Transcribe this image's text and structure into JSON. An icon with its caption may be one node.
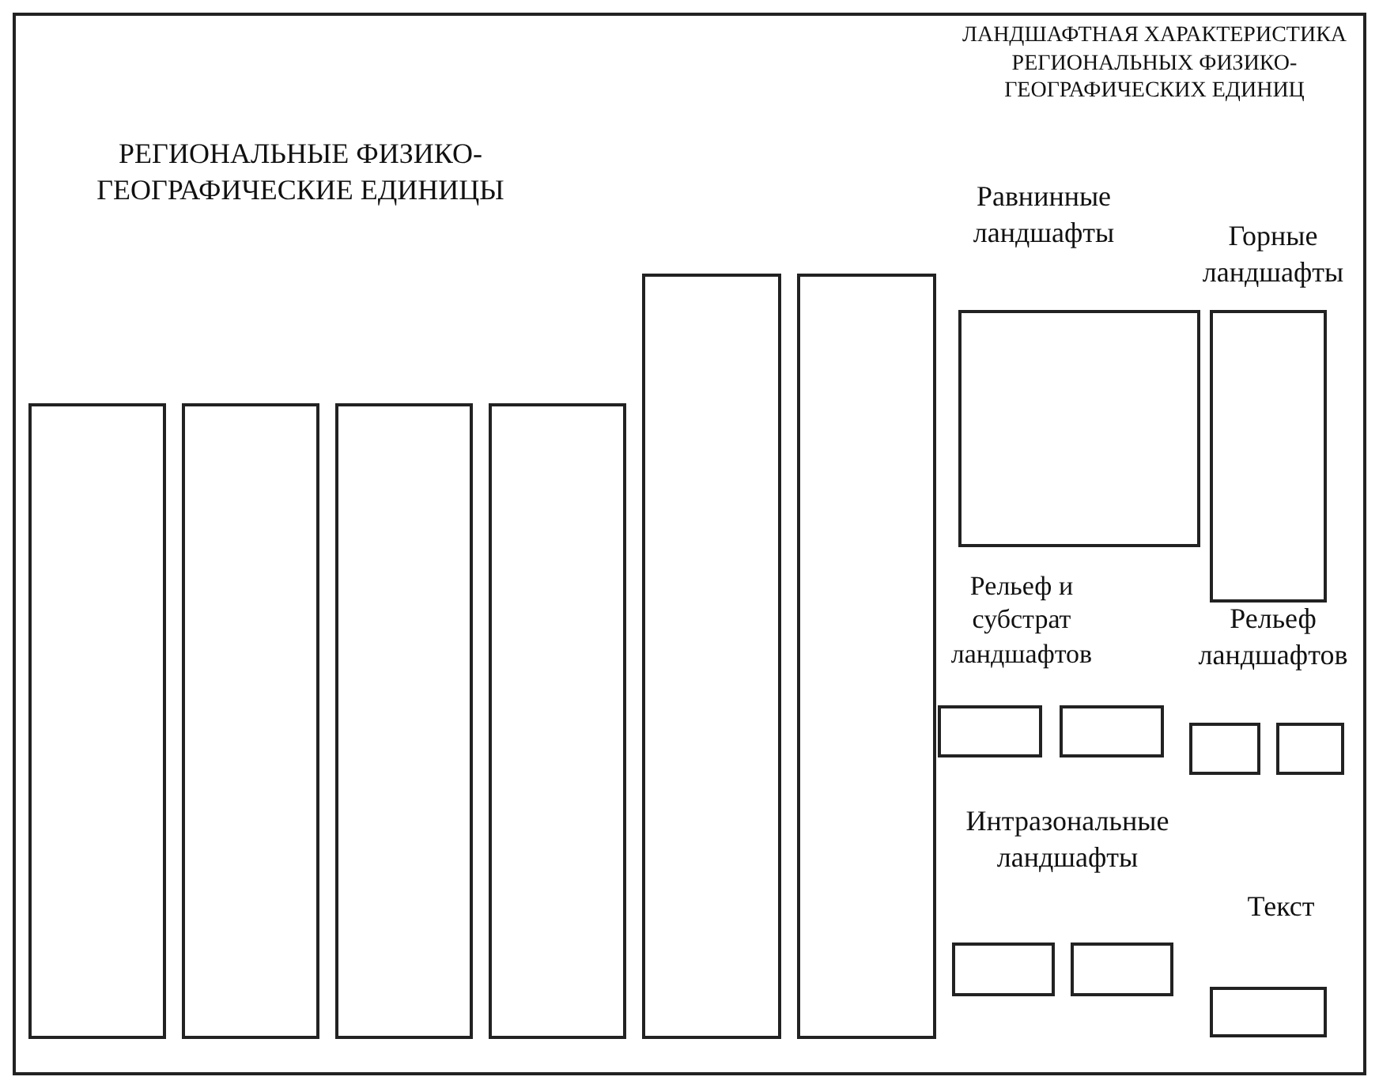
{
  "diagram": {
    "nodes": [
      {
        "text": [],
        "shape": "box"
      },
      {
        "text": [],
        "shape": "box"
      },
      {
        "text": [],
        "shape": "box"
      },
      {
        "text": [],
        "shape": "box"
      },
      {
        "text": [],
        "shape": "box"
      },
      {
        "text": [],
        "shape": "box"
      },
      {
        "text": [],
        "shape": "box"
      },
      {
        "text": [],
        "shape": "box"
      },
      {
        "text": [],
        "shape": "box"
      },
      {
        "text": [],
        "shape": "box"
      },
      {
        "text": [],
        "shape": "box"
      },
      {
        "text": [],
        "shape": "box"
      },
      {
        "text": [],
        "shape": "box"
      },
      {
        "text": [],
        "shape": "box"
      },
      {
        "text": [],
        "shape": "box"
      }
    ],
    "labels": [
      "ЛАНДШАФТНАЯ ХАРАКТЕРИСТИКА РЕГИОНАЛЬНЫХ ФИЗИКО-ГЕОГРАФИЧЕСКИХ ЕДИНИЦ",
      "РЕГИОНАЛЬНЫЕ ФИЗИКО-ГЕОГРАФИЧЕСКИЕ ЕДИНИЦЫ",
      "Равнинные ландшафты",
      "Горные ландшафты",
      "Рельеф и субстрат ландшафтов",
      "Рельеф ландшафтов",
      "Интразональные ландшафты",
      "Текст"
    ]
  }
}
